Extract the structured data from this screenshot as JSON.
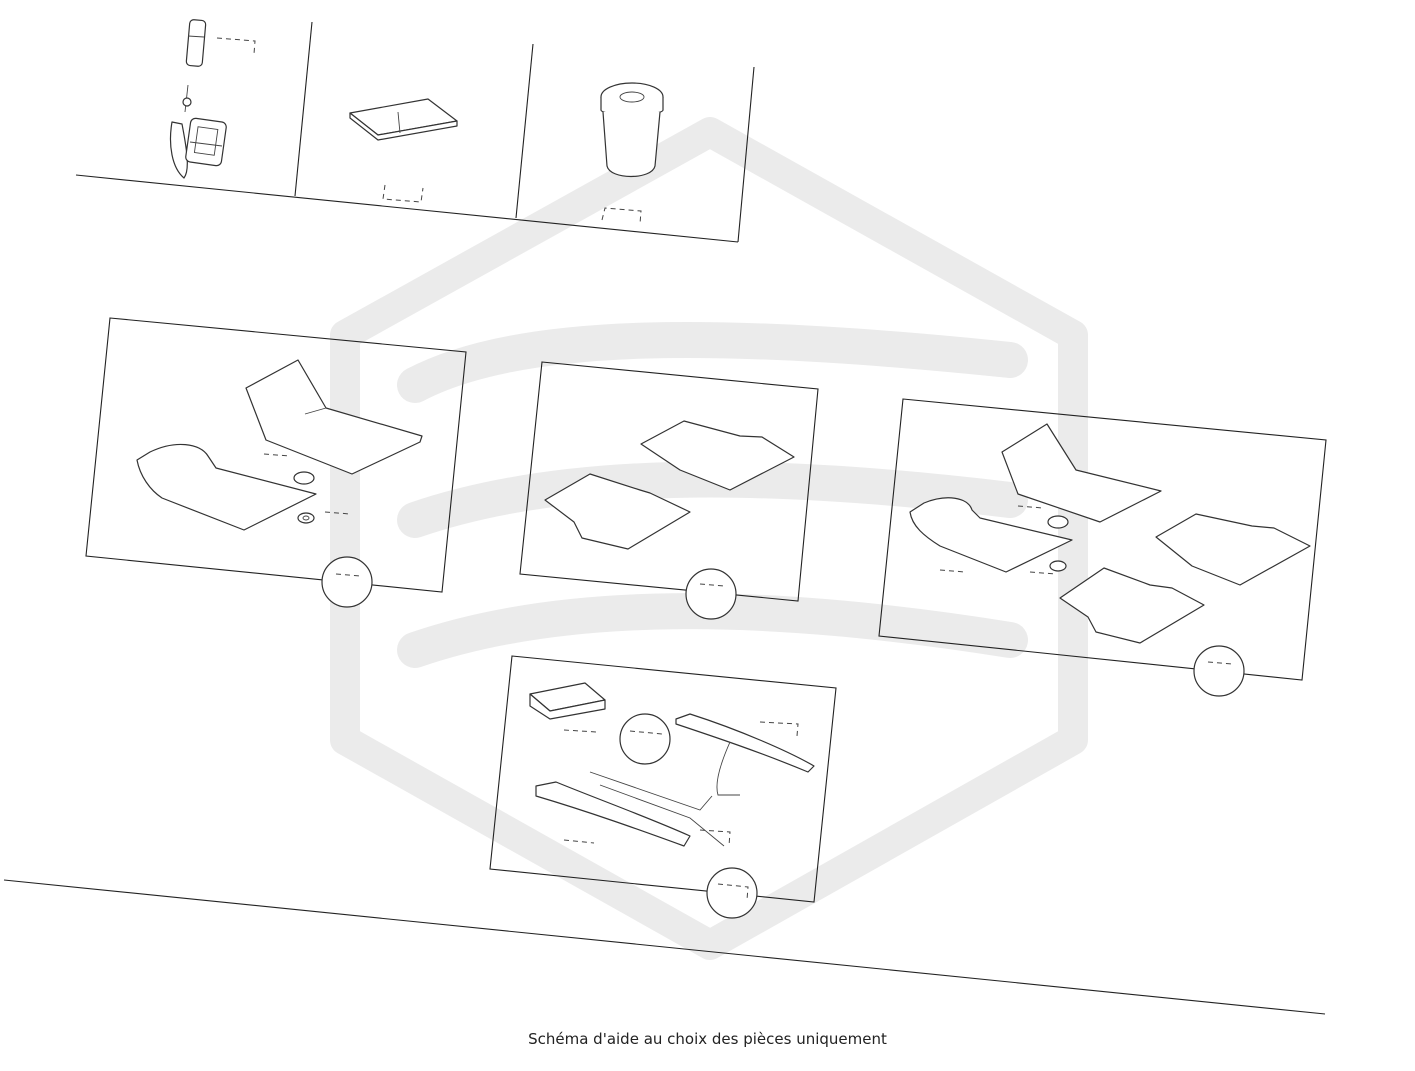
{
  "caption": "Schéma d'aide au choix des pièces uniquement",
  "parts": [
    {
      "id": "reading-light-and-usb-module",
      "label": ""
    },
    {
      "id": "floor-mat-pack",
      "label": ""
    },
    {
      "id": "cup-holder-insert",
      "label": ""
    },
    {
      "id": "front-floor-mat-set",
      "label": ""
    },
    {
      "id": "rear-floor-mat-set",
      "label": ""
    },
    {
      "id": "full-floor-mat-set",
      "label": ""
    },
    {
      "id": "illuminated-door-sill-kit",
      "label": ""
    }
  ],
  "watermark": {
    "icon": "brand-hexagon-logo",
    "color": "#ebebeb"
  },
  "colors": {
    "line": "#222222",
    "background": "#ffffff"
  }
}
